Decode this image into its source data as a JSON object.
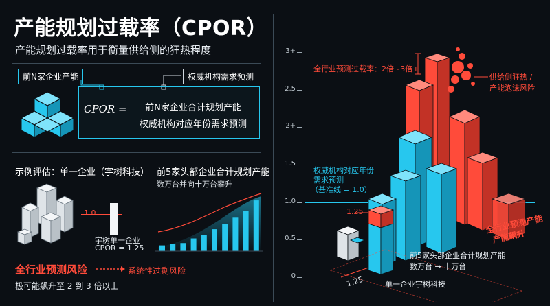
{
  "title": "产能规划过载率（CPOR）",
  "subtitle": "产能规划过载率用于衡量供给侧的狂热程度",
  "top_box": {
    "left_label": "前N家企业产能",
    "right_label": "权威机构需求预测",
    "formula_symbol": "CPOR =",
    "numerator": "前N家企业合计规划产能",
    "denominator": "权威机构对应年份需求预测"
  },
  "example": {
    "heading": "示例评估：单一企业（宇树科技）",
    "bar_value_label": "1.0",
    "bar_caption_1": "宇树单一企业",
    "bar_caption_2": "CPOR = 1.25"
  },
  "top5": {
    "heading": "前5家头部企业合计规划产能",
    "sub": "数万台并向十万台攀升",
    "bars": [
      0.1,
      0.12,
      0.14,
      0.22,
      0.28,
      0.38,
      0.47,
      0.58,
      0.7,
      0.88
    ]
  },
  "risk": {
    "heading": "全行业预测风险",
    "arrow_text": "系统性过剩风险",
    "desc": "极可能飙升至 2 到 3 倍以上"
  },
  "right_chart": {
    "y_ticks": [
      "3+",
      "2.5",
      "2+",
      "1.5",
      "1.0",
      "0.5",
      "0"
    ],
    "forecast_label": "全行业预测过载率：2倍~3倍+",
    "bubble_label_1": "供给侧狂热 /",
    "bubble_label_2": "产能泡沫风险",
    "baseline_label_1": "权威机构对应年份",
    "baseline_label_2": "需求预测",
    "baseline_label_3": "（基准线 = 1.0）",
    "label_125": "1.25",
    "industry_label_1": "全行业预测产能",
    "industry_label_2": "产能飙升",
    "top5_label_1": "前5家头部企业合计规划产能",
    "top5_label_2": "数万台 → 十万台",
    "single_label": "单一企业宇树科技",
    "floor_label": "1.25"
  },
  "colors": {
    "cyan": "#27c7ee",
    "red": "#ff4b3a",
    "background": "#0b0f14"
  }
}
